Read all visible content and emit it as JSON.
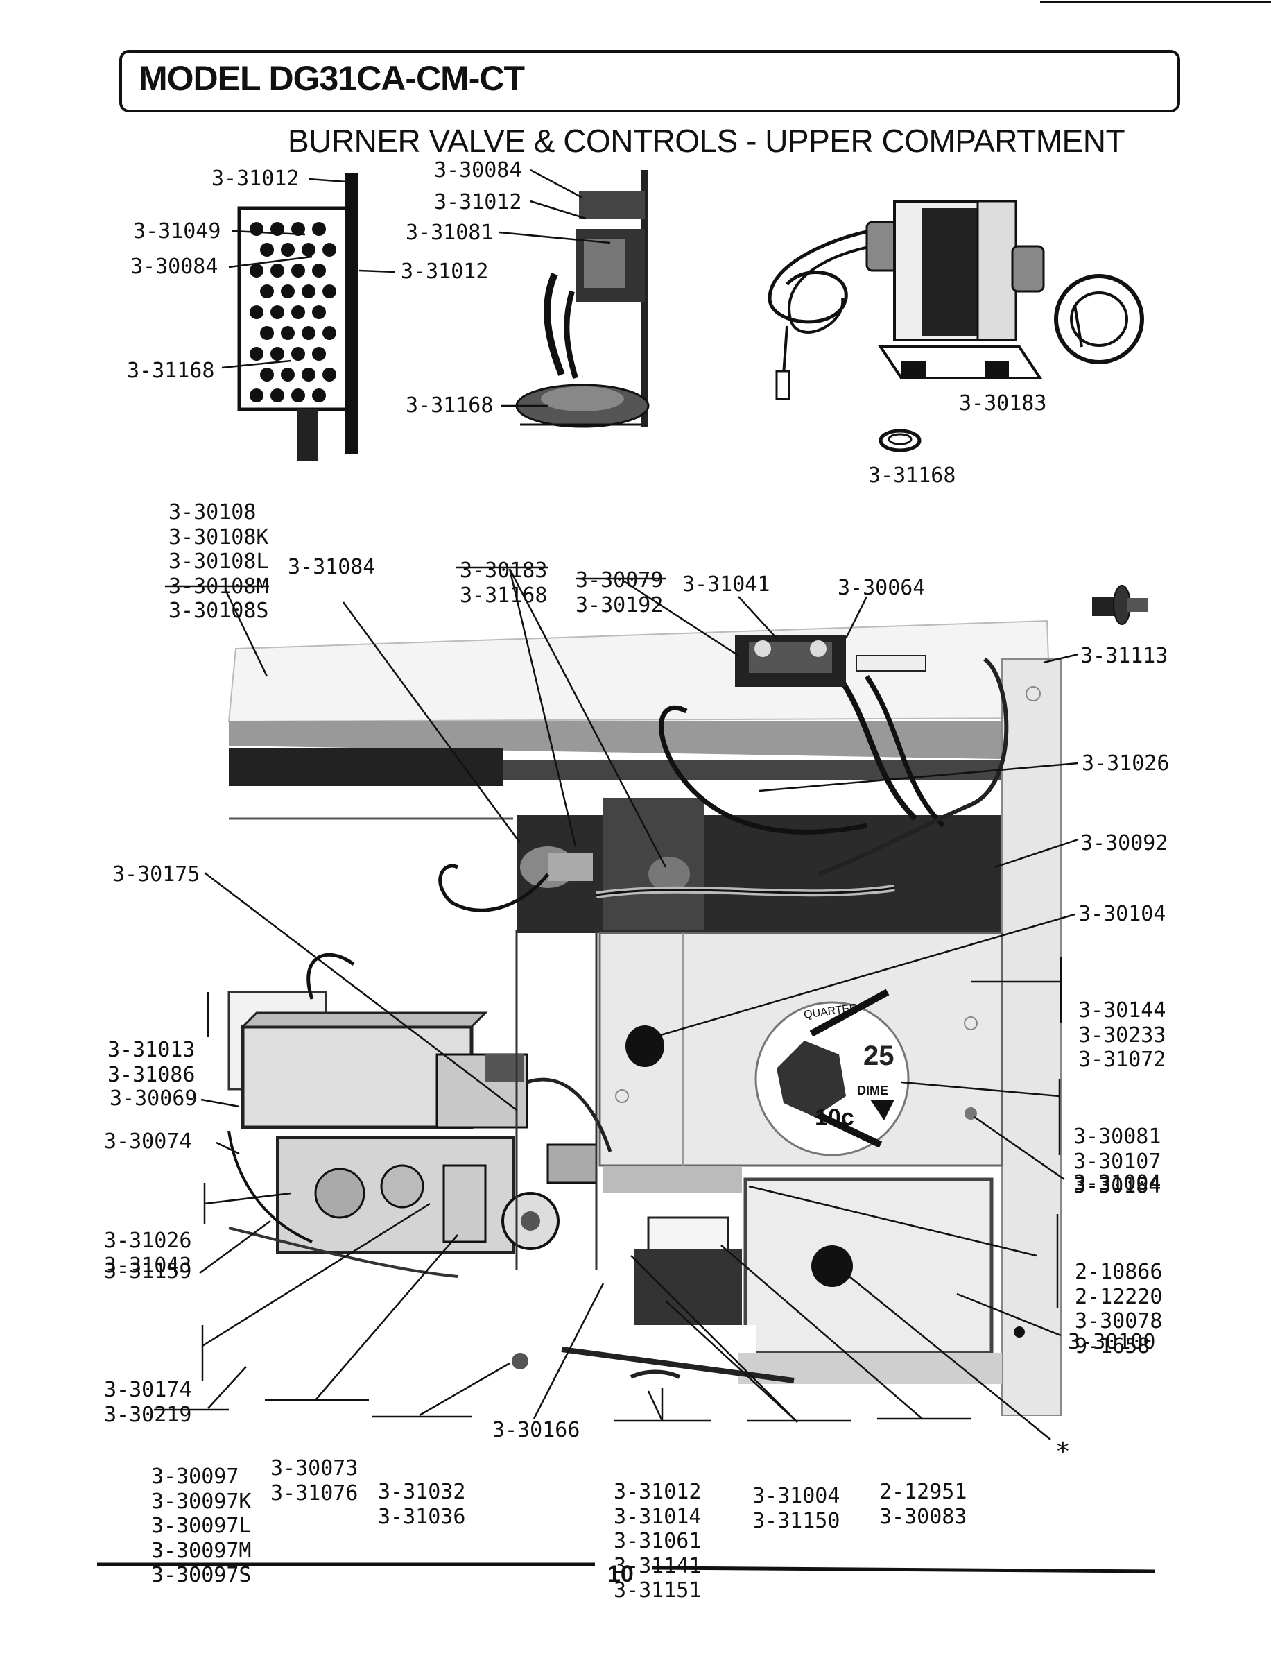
{
  "header": {
    "model_title": "MODEL DG31CA-CM-CT",
    "subtitle": "BURNER VALVE & CONTROLS - UPPER COMPARTMENT"
  },
  "photo_text": {
    "quarter": "QUARTER",
    "twentyfive": "25",
    "dime": "DIME",
    "ten": "10c"
  },
  "callouts": {
    "top_left_a": "3-31012",
    "top_left_b": "3-31049",
    "top_left_c": "3-30084",
    "top_left_d": "3-31012",
    "top_left_e": "3-31168",
    "top_mid_a": "3-30084",
    "top_mid_b": "3-31012",
    "top_mid_c": "3-31081",
    "top_mid_d": "3-31168",
    "top_right_a": "3-30183",
    "top_right_b": "3-31168",
    "group_30108": [
      "3-30108",
      "3-30108K",
      "3-30108L",
      "3-30108M",
      "3-30108S"
    ],
    "lbl_31084": "3-31084",
    "group_30183": [
      "3-30183",
      "3-31168"
    ],
    "group_30079": [
      "3-30079",
      "3-30192"
    ],
    "lbl_31041": "3-31041",
    "lbl_30064": "3-30064",
    "lbl_31113": "3-31113",
    "lbl_31026": "3-31026",
    "lbl_30092": "3-30092",
    "lbl_30175": "3-30175",
    "lbl_30104": "3-30104",
    "group_30144": [
      "3-30144",
      "3-30233",
      "3-31072"
    ],
    "group_31013": [
      "3-31013",
      "3-31086"
    ],
    "lbl_30069": "3-30069",
    "lbl_30074": "3-30074",
    "group_30081": [
      "3-30081",
      "3-30107",
      "3-30184"
    ],
    "lbl_31004": "3-31004",
    "group_31026b": [
      "3-31026",
      "3-31043"
    ],
    "group_10866": [
      "2-10866",
      "2-12220",
      "3-30078",
      "9-1658"
    ],
    "lbl_31159": "3-31159",
    "group_30174": [
      "3-30174",
      "3-30219"
    ],
    "lbl_30100": "3-30100",
    "group_30097": [
      "3-30097",
      "3-30097K",
      "3-30097L",
      "3-30097M",
      "3-30097S"
    ],
    "group_30073": [
      "3-30073",
      "3-31076"
    ],
    "group_31032": [
      "3-31032",
      "3-31036"
    ],
    "lbl_30166": "3-30166",
    "group_31012b": [
      "3-31012",
      "3-31014",
      "3-31061",
      "3-31141",
      "3-31151"
    ],
    "group_31004b": [
      "3-31004",
      "3-31150"
    ],
    "group_12951": [
      "2-12951",
      "3-30083"
    ],
    "asterisk": "*"
  },
  "footer": {
    "page_number": "10"
  }
}
